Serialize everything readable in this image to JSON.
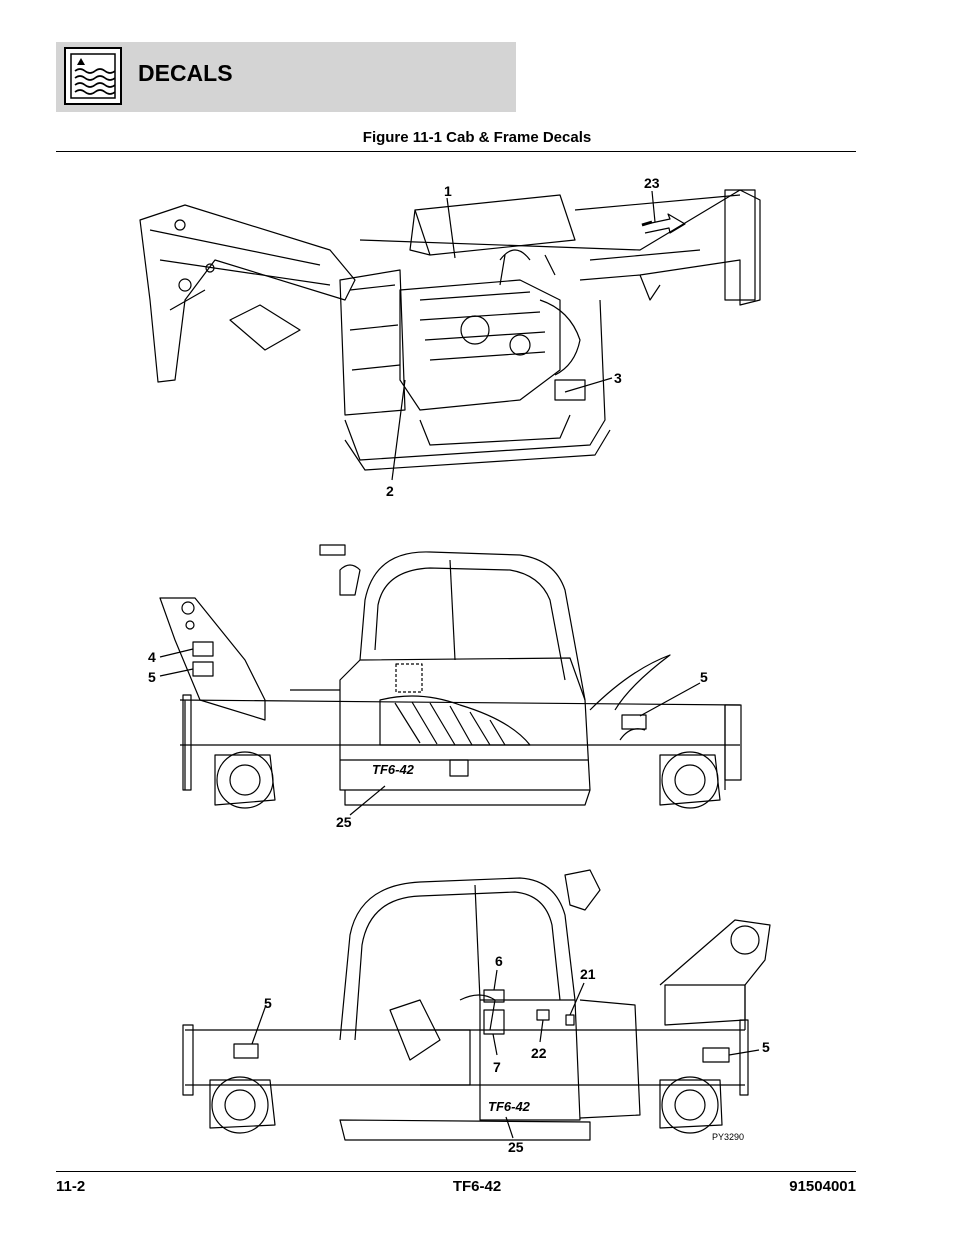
{
  "header": {
    "title": "DECALS",
    "icon": "decal-wave-icon"
  },
  "figure": {
    "title": "Figure 11-1 Cab & Frame Decals",
    "reference": "PY3290"
  },
  "views": {
    "top": {
      "callouts": [
        "1",
        "23",
        "3",
        "2"
      ]
    },
    "left_side": {
      "callouts": [
        "4",
        "5",
        "5",
        "25"
      ],
      "logo": "TF6-42"
    },
    "right_side": {
      "callouts": [
        "6",
        "21",
        "5",
        "5",
        "7",
        "22",
        "25"
      ],
      "logo": "TF6-42"
    }
  },
  "footer": {
    "page": "11-2",
    "model": "TF6-42",
    "part_number": "91504001"
  }
}
